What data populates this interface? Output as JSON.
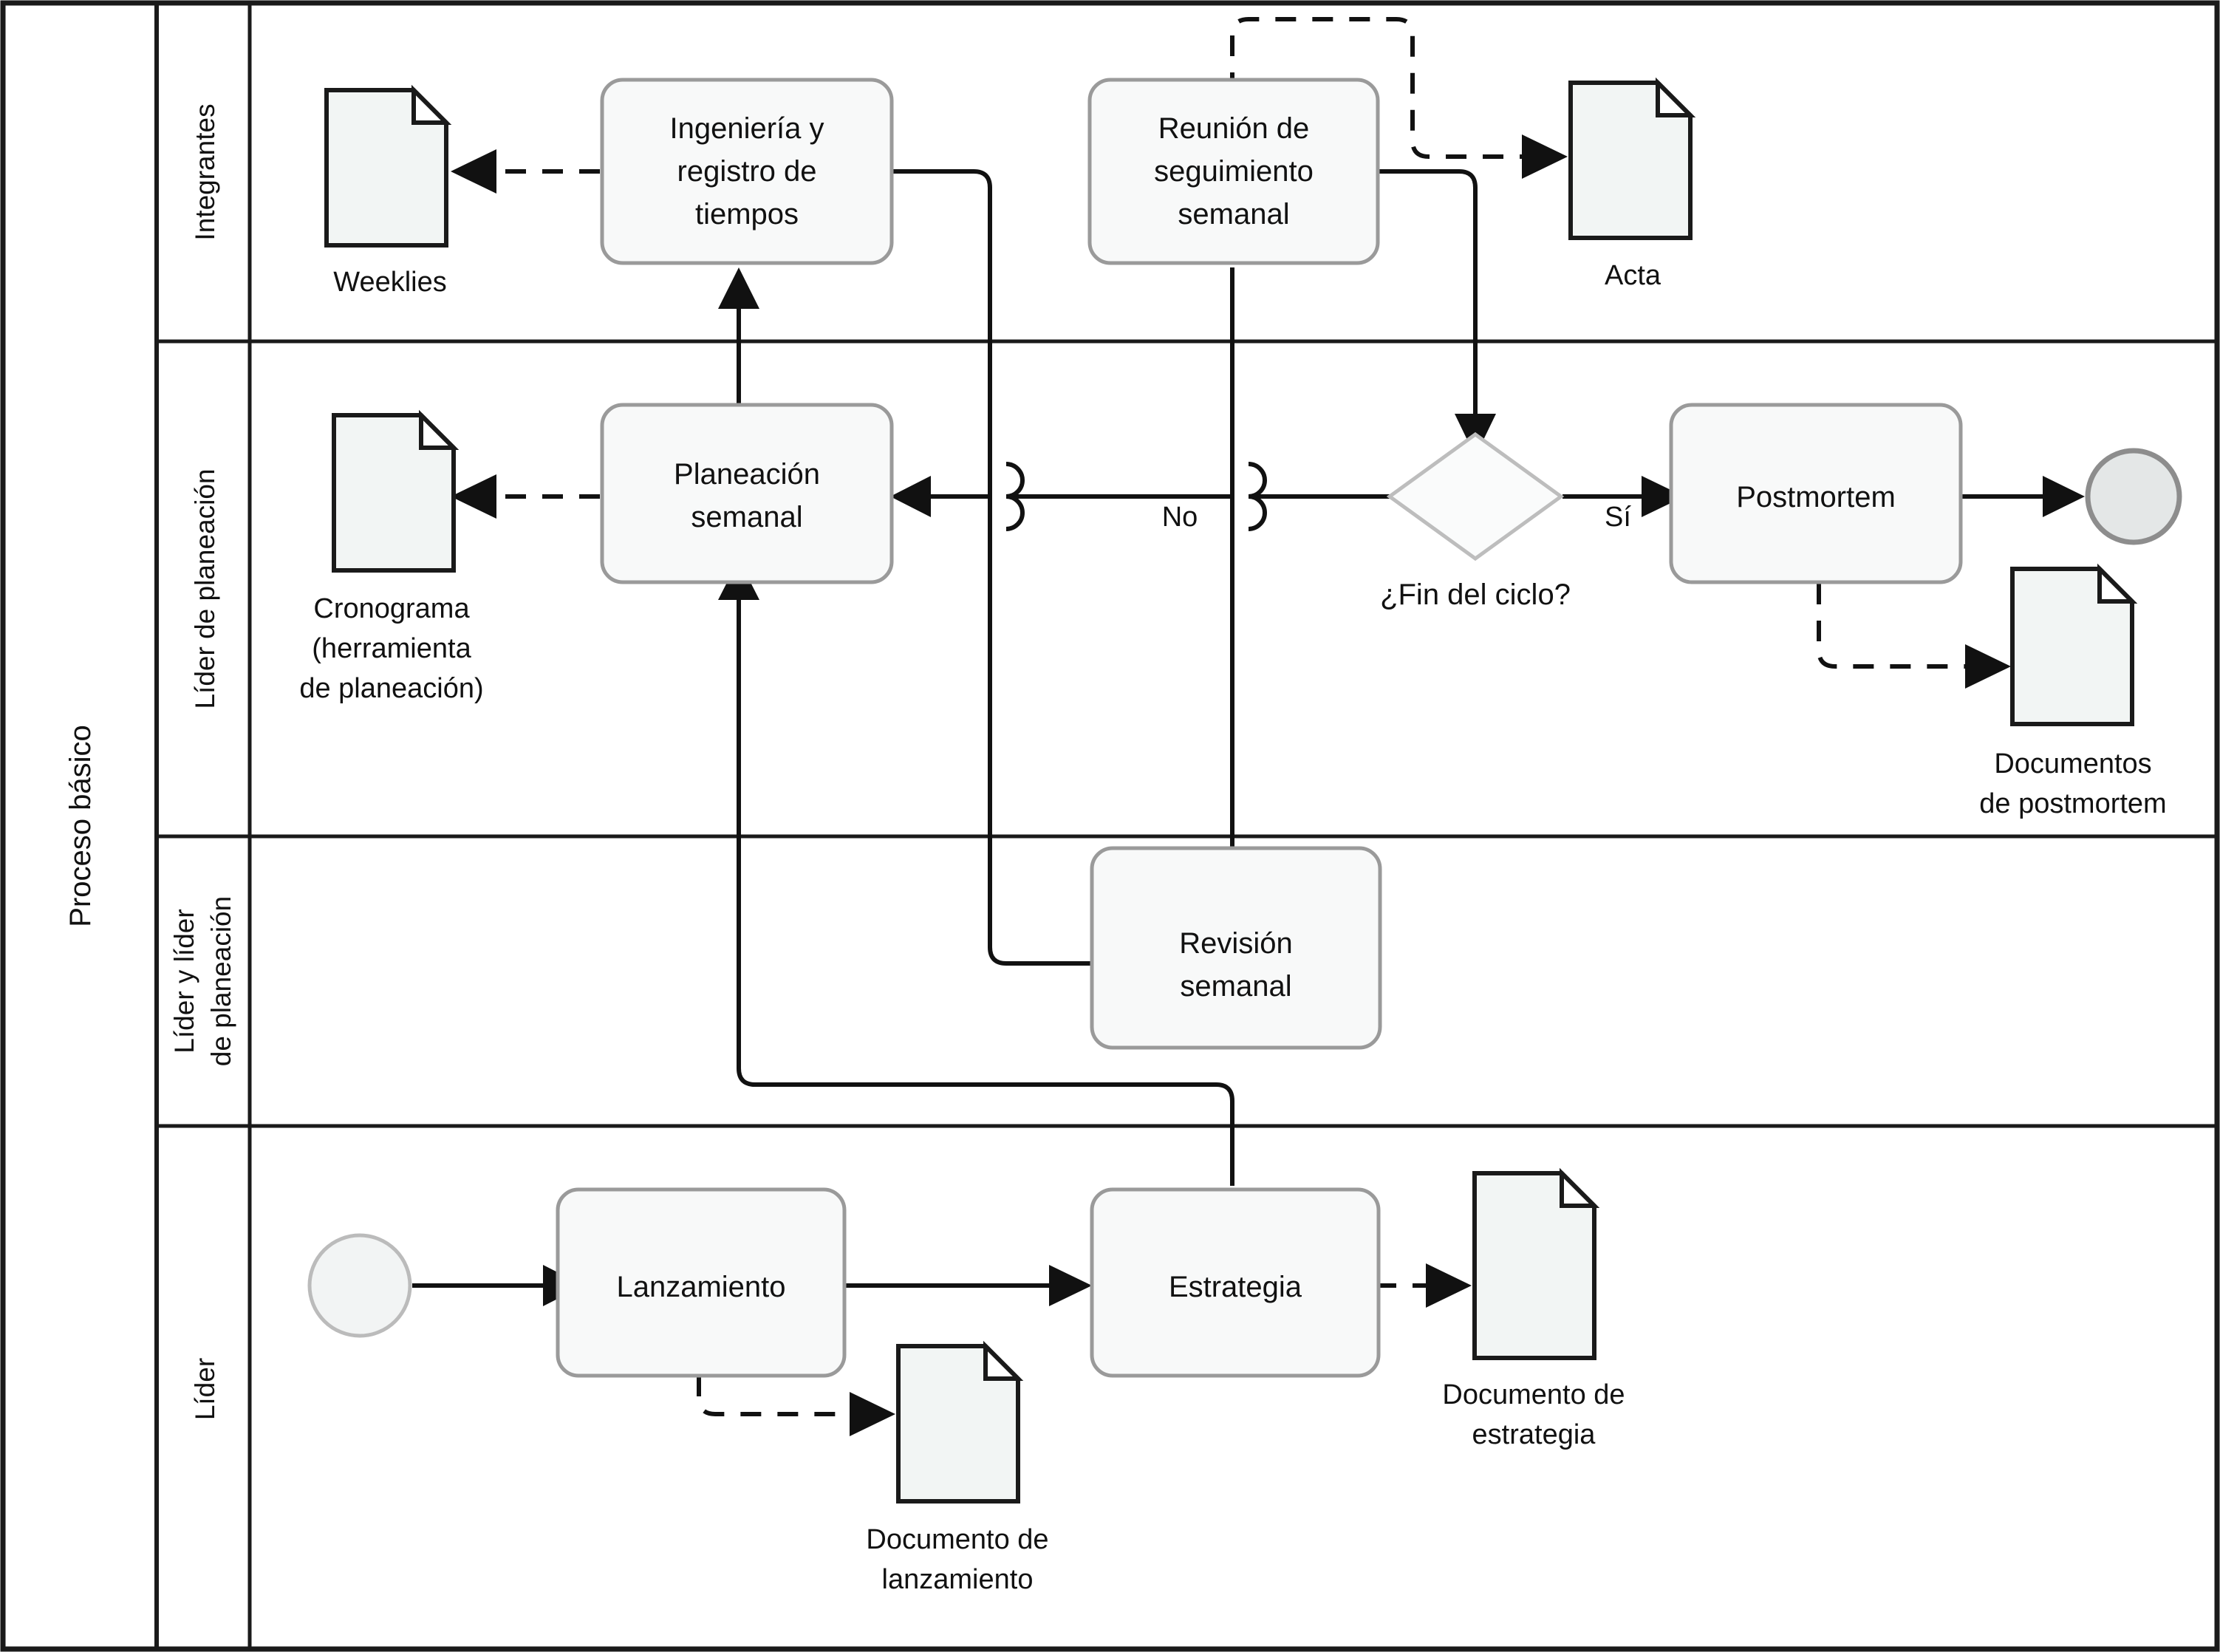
{
  "pool": {
    "title": "Proceso básico"
  },
  "lanes": [
    {
      "id": "integrantes",
      "label": "Integrantes"
    },
    {
      "id": "lider-planeacion",
      "label": "Líder de planeación"
    },
    {
      "id": "lider-y-lider",
      "label_line1": "Líder y líder",
      "label_line2": "de planeación"
    },
    {
      "id": "lider",
      "label": "Líder"
    }
  ],
  "tasks": [
    {
      "id": "ingenieria",
      "lines": [
        "Ingeniería y",
        "registro de",
        "tiempos"
      ]
    },
    {
      "id": "reunion",
      "lines": [
        "Reunión de",
        "seguimiento",
        "semanal"
      ]
    },
    {
      "id": "planeacion",
      "lines": [
        "Planeación",
        "semanal"
      ]
    },
    {
      "id": "postmortem",
      "lines": [
        "Postmortem"
      ]
    },
    {
      "id": "revision",
      "lines": [
        "Revisión",
        "semanal"
      ]
    },
    {
      "id": "lanzamiento",
      "lines": [
        "Lanzamiento"
      ]
    },
    {
      "id": "estrategia",
      "lines": [
        "Estrategia"
      ]
    }
  ],
  "gateway": {
    "id": "fin-del-ciclo",
    "label": "¿Fin del ciclo?",
    "branch_no": "No",
    "branch_yes": "Sí"
  },
  "events": [
    {
      "id": "start-event",
      "kind": "start",
      "label": ""
    },
    {
      "id": "end-event",
      "kind": "end",
      "label": ""
    }
  ],
  "artifacts": [
    {
      "id": "weeklies",
      "lines": [
        "Weeklies"
      ]
    },
    {
      "id": "cronograma",
      "lines": [
        "Cronograma",
        "(herramienta",
        "de planeación)"
      ]
    },
    {
      "id": "acta",
      "lines": [
        "Acta"
      ]
    },
    {
      "id": "documentos-postmortem",
      "lines": [
        "Documentos",
        "de postmortem"
      ]
    },
    {
      "id": "documento-lanzamiento",
      "lines": [
        "Documento de",
        "lanzamiento"
      ]
    },
    {
      "id": "documento-estrategia",
      "lines": [
        "Documento de",
        "estrategia"
      ]
    }
  ],
  "colors": {
    "task_fill": "#f8f9f9",
    "task_stroke": "#9a9a9a",
    "artifact_fill": "#f2f5f4",
    "artifact_stroke": "#1a1a1a",
    "flow_stroke": "#111111",
    "lane_stroke": "#1a1a1a",
    "event_end_fill": "#e4e7e7"
  }
}
